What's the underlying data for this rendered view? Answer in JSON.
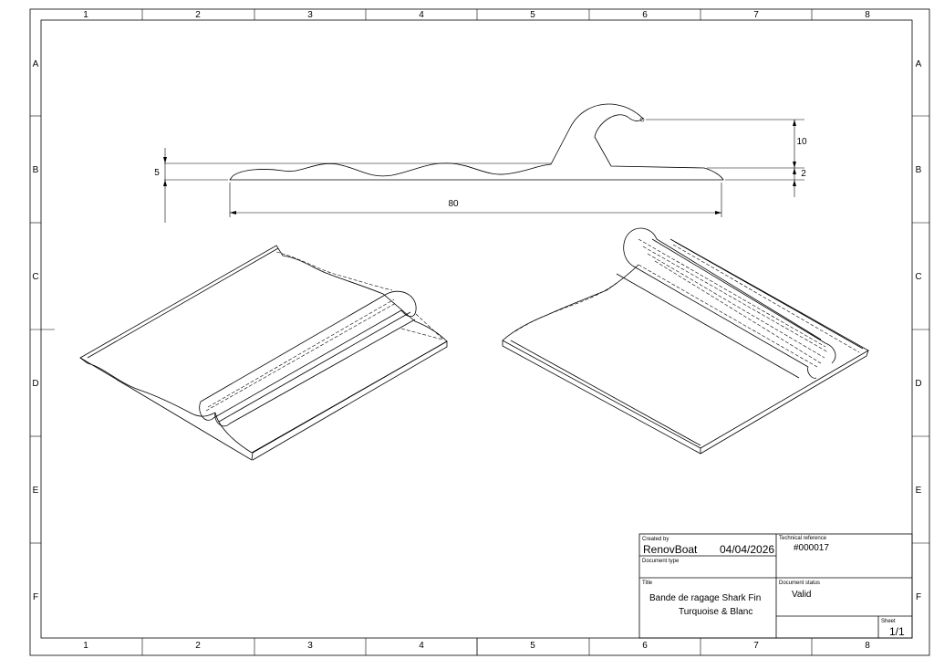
{
  "zones": {
    "columns": [
      "1",
      "2",
      "3",
      "4",
      "5",
      "6",
      "7",
      "8"
    ],
    "rows": [
      "A",
      "B",
      "C",
      "D",
      "E",
      "F"
    ]
  },
  "dimensions": {
    "thickness": "5",
    "hook_height": "10",
    "lip": "2",
    "width": "80"
  },
  "title_block": {
    "created_by_label": "Created by",
    "created_by": "RenovBoat",
    "date": "04/04/2026",
    "document_type_label": "Document type",
    "document_type": "",
    "technical_reference_label": "Technical reference",
    "technical_reference": "#000017",
    "title_label": "Title",
    "title_line1": "Bande de ragage Shark Fin",
    "title_line2": "Turquoise & Blanc",
    "document_status_label": "Document status",
    "document_status": "Valid",
    "sheet_label": "Sheet",
    "sheet": "1/1"
  }
}
